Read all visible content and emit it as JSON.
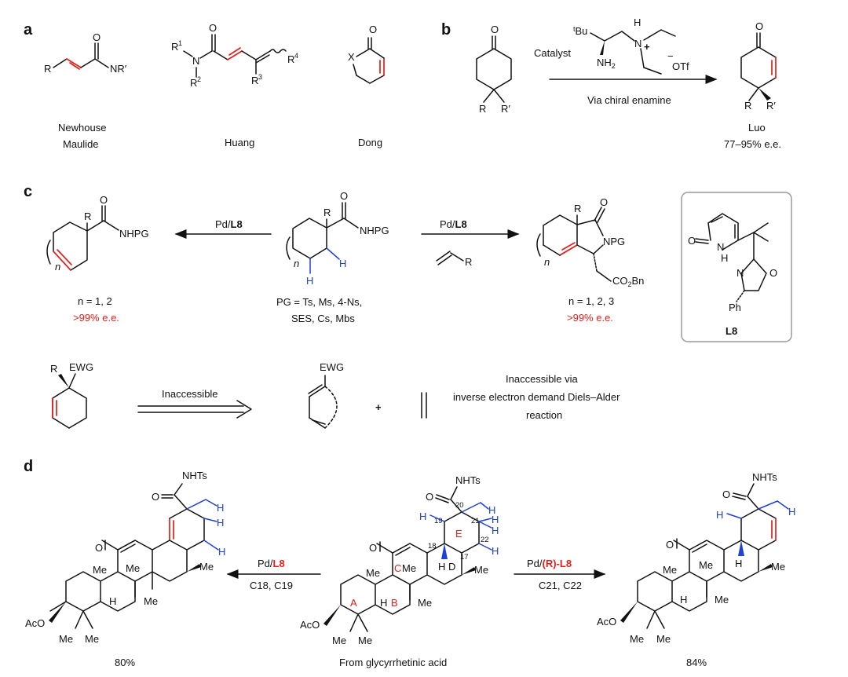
{
  "panels": {
    "a": "a",
    "b": "b",
    "c": "c",
    "d": "d"
  },
  "panel_a": {
    "newhouse": "Newhouse",
    "maulide": "Maulide",
    "huang": "Huang",
    "dong": "Dong"
  },
  "panel_b": {
    "catalyst": "Catalyst",
    "counterion": "OTf",
    "via": "Via chiral enamine",
    "author": "Luo",
    "ee": "77–95% e.e."
  },
  "panel_c": {
    "reagent_left": "Pd/",
    "ligand": "L8",
    "reagent_right": "Pd/",
    "nhpg": "NHPG",
    "npg": "NPG",
    "co2bn": "CO2Bn",
    "left_n": "n = 1, 2",
    "left_ee": ">99% e.e.",
    "mid_pg1": "PG = Ts, Ms, 4-Ns,",
    "mid_pg2": "SES, Cs, Mbs",
    "right_n": "n = 1, 2, 3",
    "right_ee": ">99% e.e.",
    "ligand_label": "L8",
    "ph": "Ph",
    "inaccessible": "Inaccessible",
    "ewg": "EWG",
    "note1": "Inaccessible via",
    "note2": "inverse electron demand Diels–Alder",
    "note3": "reaction"
  },
  "panel_d": {
    "nhts": "NHTs",
    "left_reagent": "Pd/",
    "left_ligand": "L8",
    "left_positions": "C18, C19",
    "left_yield": "80%",
    "right_reagent": "Pd/",
    "right_ligand": "(R)-L8",
    "right_positions": "C21, C22",
    "right_yield": "84%",
    "source": "From glycyrrhetinic acid",
    "aco": "AcO",
    "me": "Me",
    "rings": [
      "A",
      "B",
      "C",
      "D",
      "E"
    ],
    "numbers": [
      "18",
      "19",
      "20",
      "21",
      "22",
      "17"
    ]
  },
  "colors": {
    "highlight_bond": "#e0201b",
    "ch_bond": "#2040d8"
  }
}
